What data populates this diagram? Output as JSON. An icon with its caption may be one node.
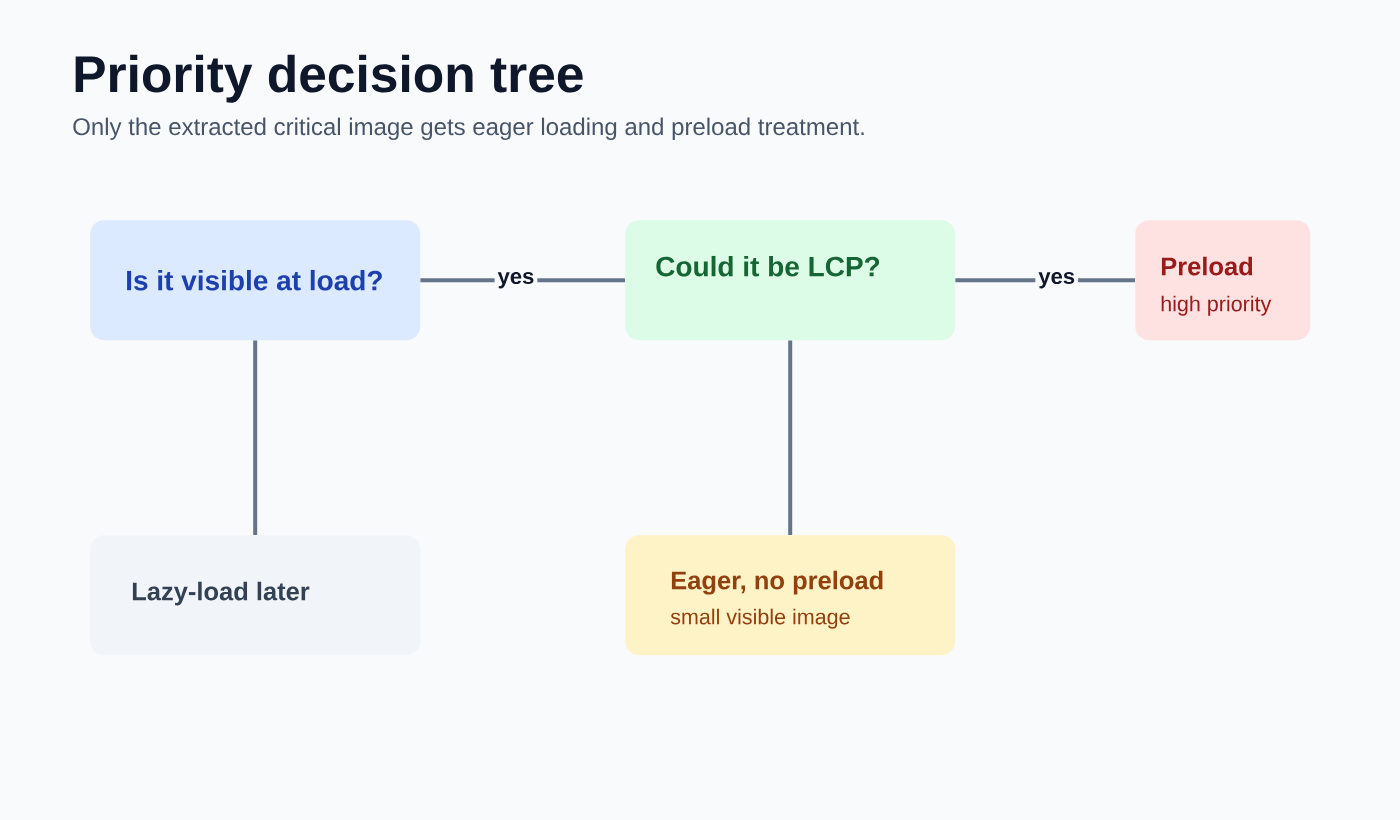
{
  "diagram": {
    "title": "Priority decision tree",
    "caption": "Only the extracted critical image gets eager loading and preload treatment.",
    "nodes": [
      {
        "text": [
          "Is it visible at load?"
        ]
      },
      {
        "text": [
          "Could it be LCP?"
        ]
      },
      {
        "text": [
          "Preload",
          "high priority"
        ]
      },
      {
        "text": [
          "Lazy-load later"
        ]
      },
      {
        "text": [
          "Eager, no preload",
          "small visible image"
        ]
      }
    ],
    "edges": [
      {
        "from": 0,
        "to": 1,
        "arrow": "none",
        "label": "yes"
      },
      {
        "from": 1,
        "to": 2,
        "arrow": "none",
        "label": "yes"
      },
      {
        "from": 0,
        "to": 3,
        "arrow": "none"
      },
      {
        "from": 1,
        "to": 4,
        "arrow": "none"
      }
    ]
  }
}
